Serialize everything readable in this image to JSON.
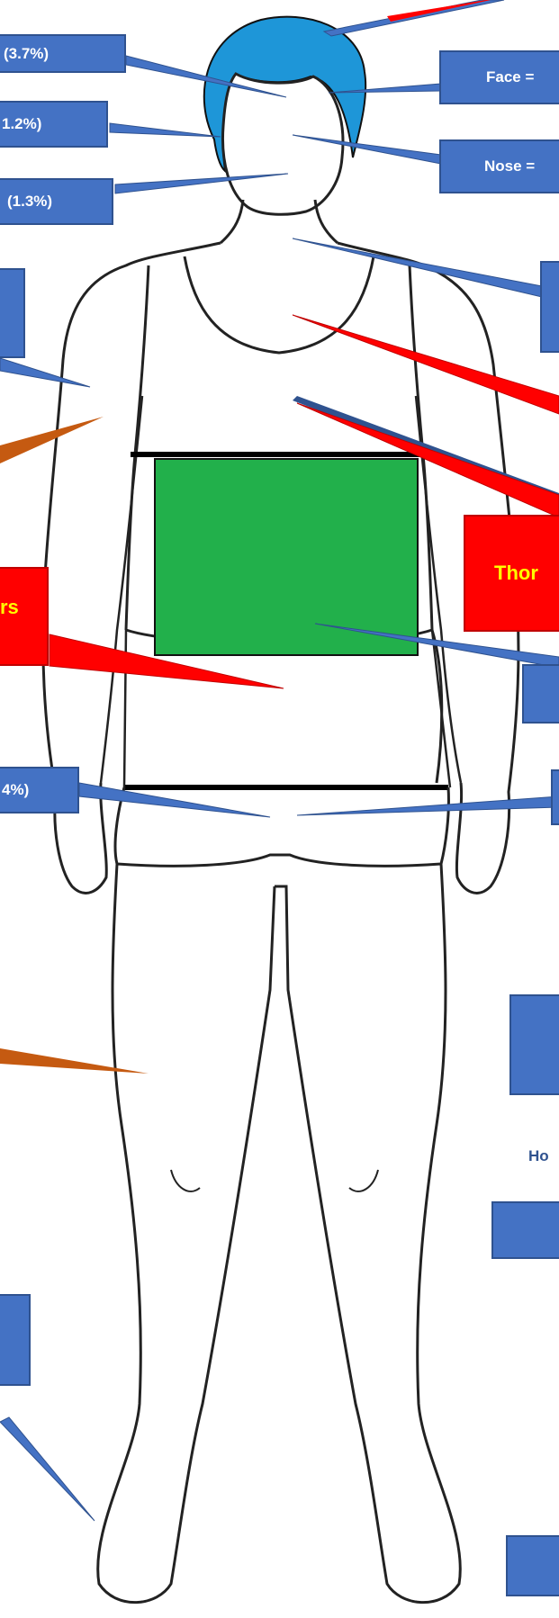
{
  "labels": {
    "face": "Face =",
    "nose": "Nose =",
    "pct_head_left": "(3.7%)",
    "pct_ear_left": "1.2%)",
    "pct_neck_left": "(1.3%)",
    "pct_groin_left": "4%)",
    "thorax": "Thor",
    "left_red": "rs",
    "hips_right": "Ho"
  },
  "colors": {
    "callout_blue": "#4472c4",
    "callout_border": "#2f528f",
    "callout_red": "#ff0000",
    "callout_orange": "#c55a11",
    "hair": "#1e96d8",
    "trunk_green": "#22b04b",
    "outline": "#222222"
  }
}
